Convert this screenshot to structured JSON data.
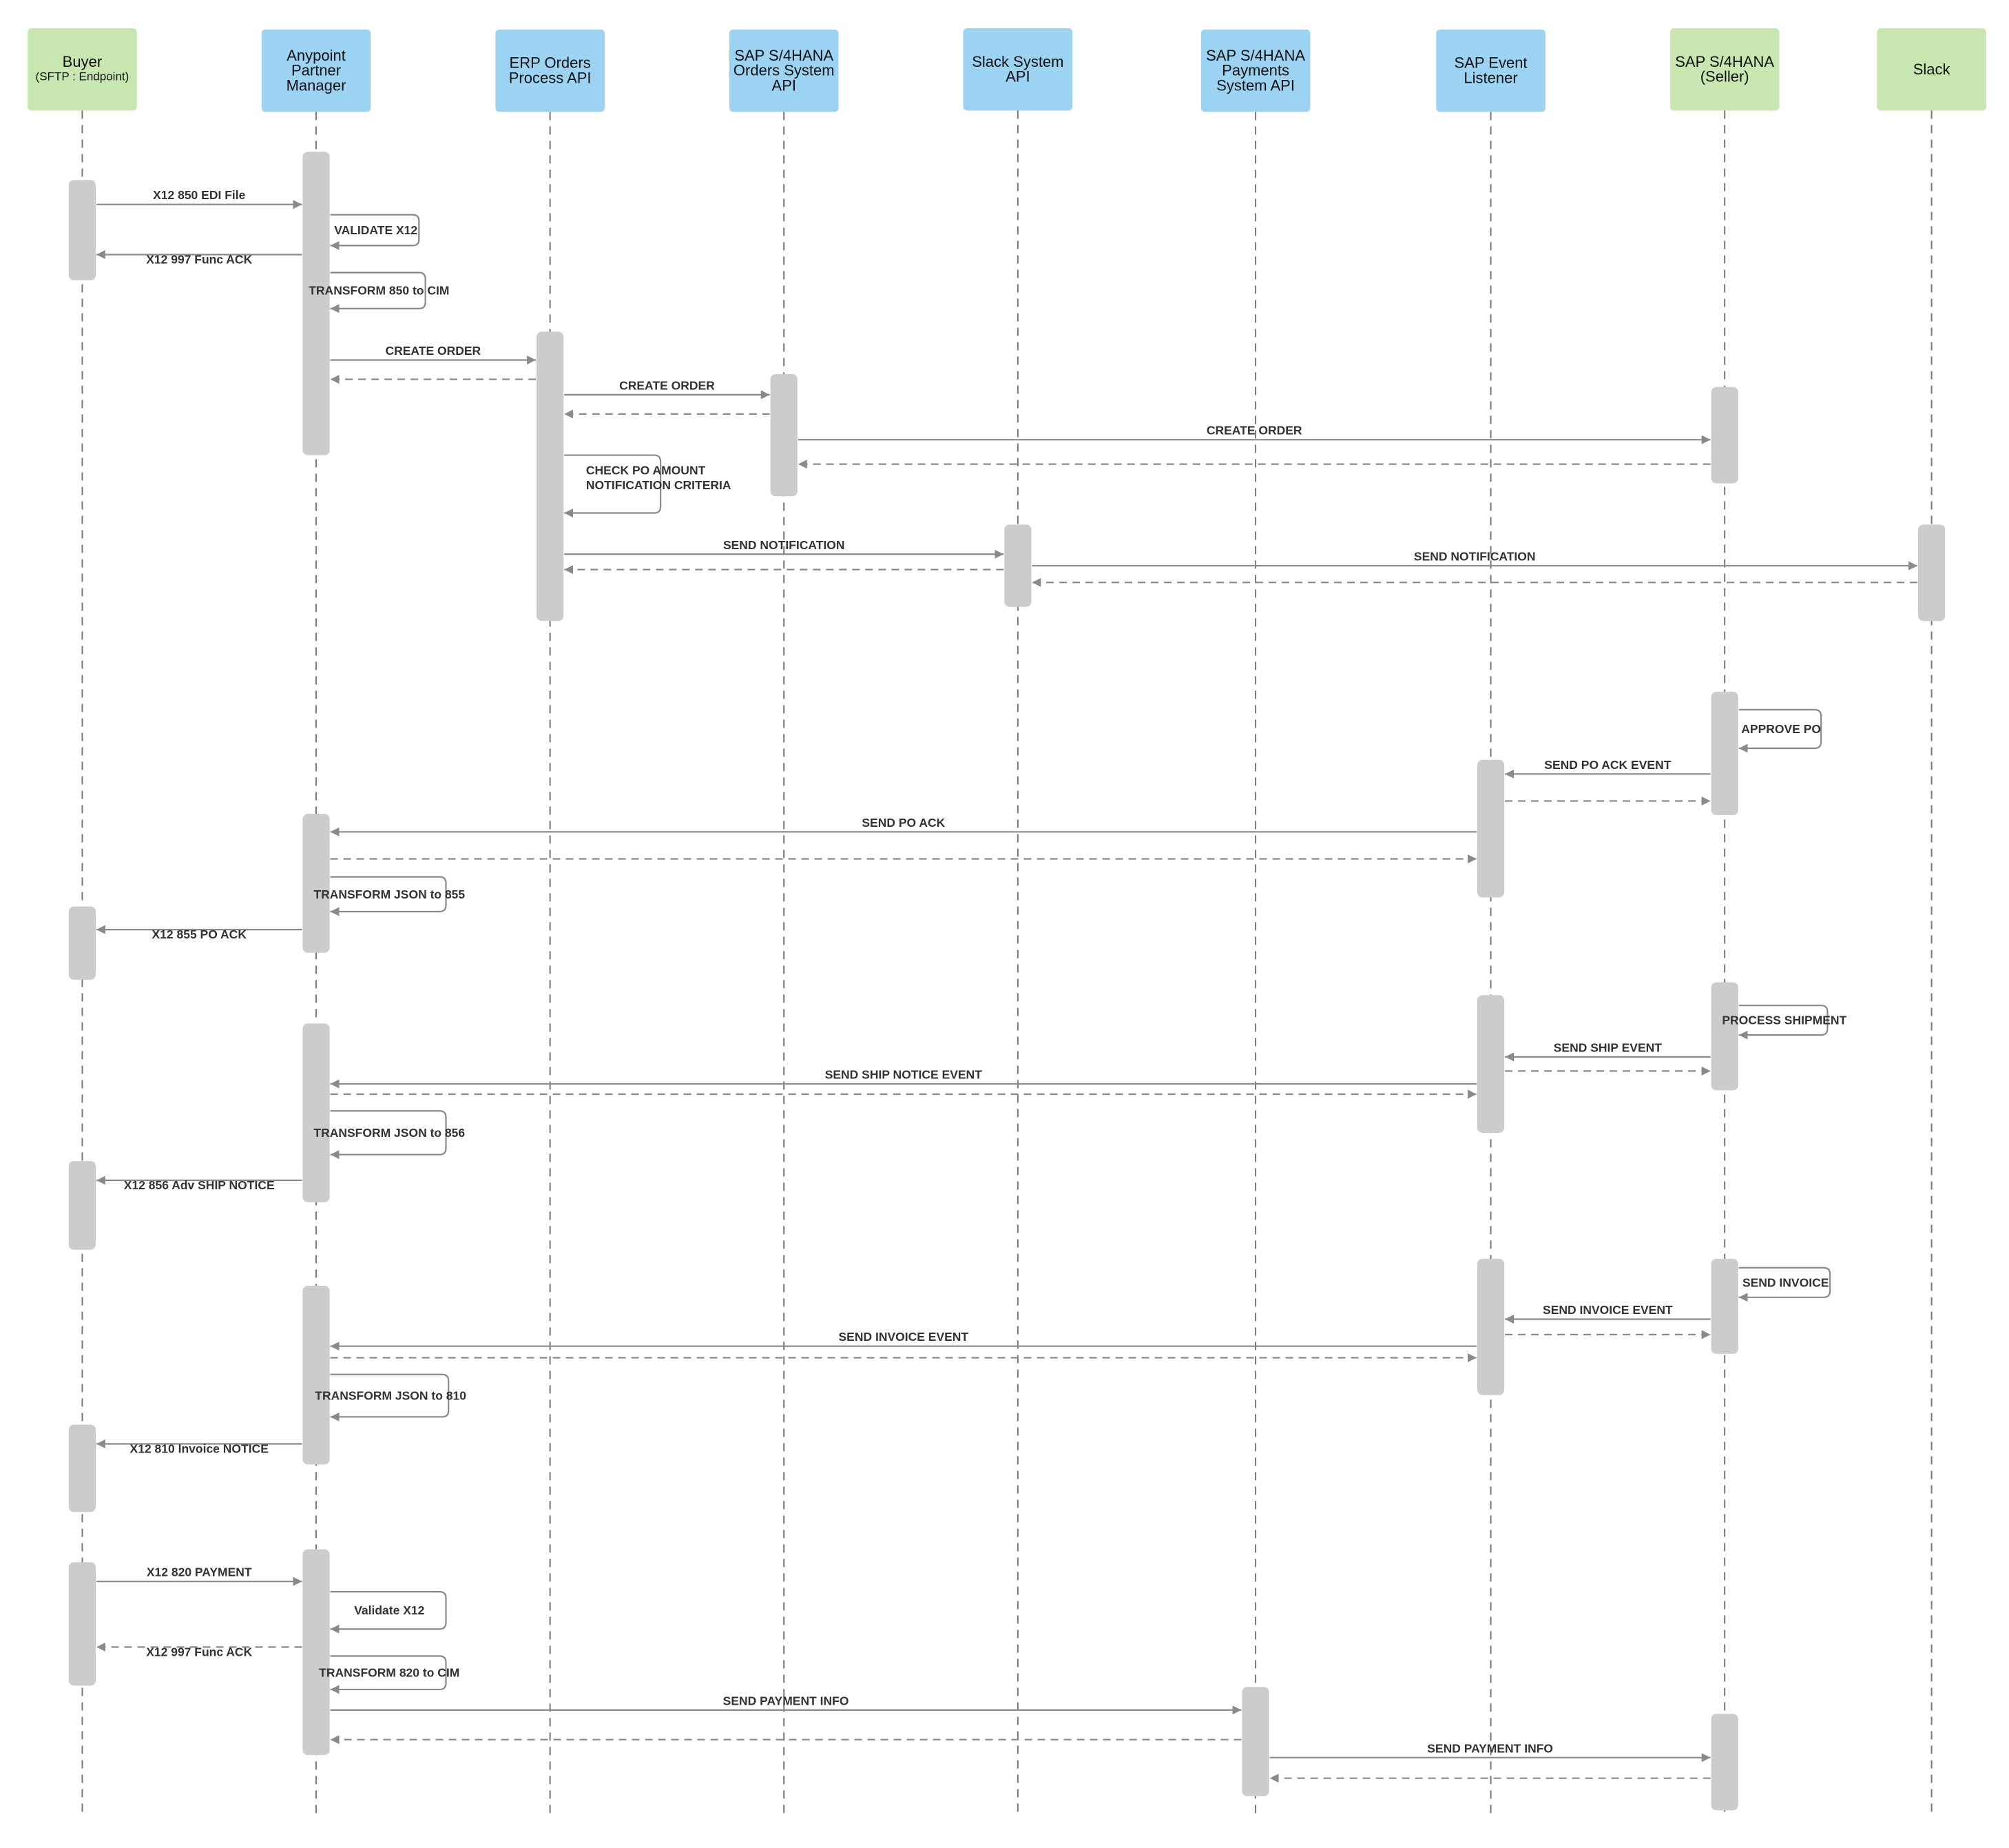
{
  "colors": {
    "external": "#c8e6b0",
    "api": "#9dd3f2",
    "activation": "#cccccc",
    "line": "#8a8a8a",
    "lifeline": "#777777",
    "text": "#333333"
  },
  "participants": [
    {
      "id": "buyer",
      "lines": [
        "Buyer"
      ],
      "sub": "(SFTP : Endpoint)",
      "kind": "external"
    },
    {
      "id": "apm",
      "lines": [
        "Anypoint",
        "Partner",
        "Manager"
      ],
      "kind": "api"
    },
    {
      "id": "erp",
      "lines": [
        "ERP Orders",
        "Process API"
      ],
      "kind": "api"
    },
    {
      "id": "sap-orders",
      "lines": [
        "SAP S/4HANA",
        "Orders System",
        "API"
      ],
      "kind": "api"
    },
    {
      "id": "slack-api",
      "lines": [
        "Slack System",
        "API"
      ],
      "kind": "api"
    },
    {
      "id": "sap-payments",
      "lines": [
        "SAP S/4HANA",
        "Payments",
        "System API"
      ],
      "kind": "api"
    },
    {
      "id": "sap-event",
      "lines": [
        "SAP Event",
        "Listener"
      ],
      "kind": "api"
    },
    {
      "id": "sap-seller",
      "lines": [
        "SAP S/4HANA",
        "(Seller)"
      ],
      "kind": "external"
    },
    {
      "id": "slack",
      "lines": [
        "Slack"
      ],
      "kind": "external"
    }
  ],
  "messages": [
    {
      "from": 0,
      "to": 1,
      "label": "X12 850 EDI File"
    },
    {
      "self": 1,
      "label": "VALIDATE X12"
    },
    {
      "from": 1,
      "to": 0,
      "label": "X12 997 Func ACK"
    },
    {
      "self": 1,
      "label": "TRANSFORM 850 to CIM"
    },
    {
      "from": 1,
      "to": 2,
      "label": "CREATE ORDER"
    },
    {
      "from": 2,
      "to": 1,
      "label": "",
      "dashed": true
    },
    {
      "from": 2,
      "to": 3,
      "label": "CREATE ORDER"
    },
    {
      "from": 3,
      "to": 2,
      "label": "",
      "dashed": true
    },
    {
      "from": 3,
      "to": 7,
      "label": "CREATE ORDER"
    },
    {
      "from": 7,
      "to": 3,
      "label": "",
      "dashed": true
    },
    {
      "self": 2,
      "label": "CHECK PO AMOUNT\nNOTIFICATION CRITERIA"
    },
    {
      "from": 2,
      "to": 4,
      "label": "SEND NOTIFICATION"
    },
    {
      "from": 4,
      "to": 2,
      "label": "",
      "dashed": true
    },
    {
      "from": 4,
      "to": 8,
      "label": "SEND NOTIFICATION"
    },
    {
      "from": 8,
      "to": 4,
      "label": "",
      "dashed": true
    },
    {
      "self": 7,
      "label": "APPROVE PO"
    },
    {
      "from": 7,
      "to": 6,
      "label": "SEND PO ACK EVENT"
    },
    {
      "from": 6,
      "to": 7,
      "label": "",
      "dashed": true
    },
    {
      "from": 6,
      "to": 1,
      "label": "SEND PO ACK"
    },
    {
      "from": 1,
      "to": 6,
      "label": "",
      "dashed": true
    },
    {
      "self": 1,
      "label": "TRANSFORM JSON to 855"
    },
    {
      "from": 1,
      "to": 0,
      "label": "X12 855 PO ACK"
    },
    {
      "self": 7,
      "label": "PROCESS SHIPMENT"
    },
    {
      "from": 7,
      "to": 6,
      "label": "SEND SHIP EVENT"
    },
    {
      "from": 6,
      "to": 7,
      "label": "",
      "dashed": true
    },
    {
      "from": 6,
      "to": 1,
      "label": "SEND SHIP NOTICE EVENT"
    },
    {
      "from": 1,
      "to": 6,
      "label": "",
      "dashed": true
    },
    {
      "self": 1,
      "label": "TRANSFORM JSON to 856"
    },
    {
      "from": 1,
      "to": 0,
      "label": "X12 856 Adv SHIP NOTICE"
    },
    {
      "self": 7,
      "label": "SEND INVOICE"
    },
    {
      "from": 7,
      "to": 6,
      "label": "SEND INVOICE EVENT"
    },
    {
      "from": 6,
      "to": 7,
      "label": "",
      "dashed": true
    },
    {
      "from": 6,
      "to": 1,
      "label": "SEND INVOICE EVENT"
    },
    {
      "from": 1,
      "to": 6,
      "label": "",
      "dashed": true
    },
    {
      "self": 1,
      "label": "TRANSFORM JSON to 810"
    },
    {
      "from": 1,
      "to": 0,
      "label": "X12 810 Invoice NOTICE"
    },
    {
      "from": 0,
      "to": 1,
      "label": "X12 820 PAYMENT"
    },
    {
      "self": 1,
      "label": "Validate X12"
    },
    {
      "from": 1,
      "to": 0,
      "label": "X12 997 Func ACK",
      "dashed": true
    },
    {
      "self": 1,
      "label": "TRANSFORM 820 to CIM"
    },
    {
      "from": 1,
      "to": 5,
      "label": "SEND PAYMENT INFO"
    },
    {
      "from": 5,
      "to": 1,
      "label": "",
      "dashed": true
    },
    {
      "from": 5,
      "to": 7,
      "label": "SEND PAYMENT INFO"
    },
    {
      "from": 7,
      "to": 5,
      "label": "",
      "dashed": true
    }
  ]
}
